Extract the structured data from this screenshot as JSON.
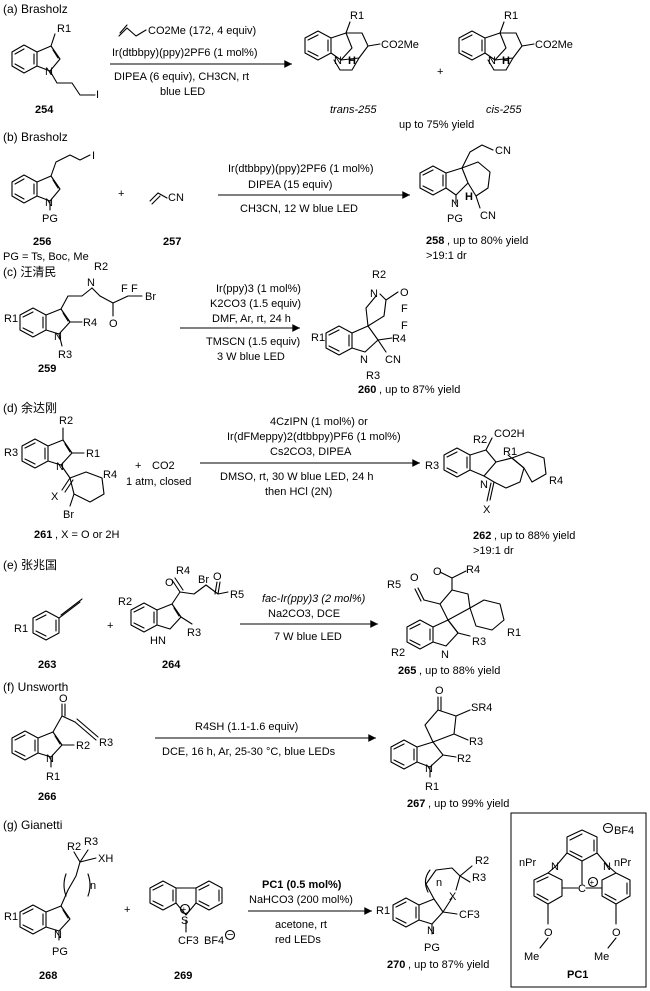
{
  "sections": [
    {
      "header": "(a) Brasholz",
      "reactant_labels": [
        "254"
      ],
      "above_arrow": [
        "CO2Me (172, 4 equiv)",
        "Ir(dtbbpy)(ppy)2PF6 (1 mol%)"
      ],
      "below_arrow": [
        "DIPEA (6 equiv), CH3CN, rt",
        "blue LED"
      ],
      "product_labels": [
        "trans-255",
        "cis-255"
      ],
      "result": [
        "up to 75% yield"
      ],
      "plus": "+"
    },
    {
      "header": "(b) Brasholz",
      "reactant_labels": [
        "256",
        "257"
      ],
      "reactant_notes": [
        "PG = Ts, Boc, Me"
      ],
      "above_arrow": [
        "Ir(dtbbpy)(ppy)2PF6 (1 mol%)",
        "DIPEA (15 equiv)"
      ],
      "below_arrow": [
        "CH3CN, 12 W blue LED"
      ],
      "product_labels": [
        "258"
      ],
      "result": [
        ", up to 80% yield",
        ">19:1 dr"
      ],
      "plus": "+"
    },
    {
      "header": "(c) 汪清民",
      "reactant_labels": [
        "259"
      ],
      "above_arrow": [
        "Ir(ppy)3 (1 mol%)",
        "K2CO3 (1.5 equiv)",
        "DMF, Ar, rt, 24 h"
      ],
      "below_arrow": [
        "TMSCN (1.5 equiv)",
        "3 W blue LED"
      ],
      "product_labels": [
        "260"
      ],
      "result": [
        ", up to 87% yield"
      ]
    },
    {
      "header": "(d) 余达刚",
      "reactant_labels": [
        "261"
      ],
      "reactant_notes": [
        ", X = O or 2H",
        "1 atm, closed"
      ],
      "above_arrow": [
        "4CzIPN (1 mol%) or",
        "Ir(dFMeppy)2(dtbbpy)PF6 (1 mol%)",
        "Cs2CO3, DIPEA"
      ],
      "below_arrow": [
        "DMSO, rt, 30 W blue LED, 24 h",
        "then HCl (2N)"
      ],
      "product_labels": [
        "262"
      ],
      "result": [
        ", up to 88% yield",
        ">19:1 dr"
      ],
      "plus": "+"
    },
    {
      "header": "(e) 张兆国",
      "reactant_labels": [
        "263",
        "264"
      ],
      "above_arrow": [
        "fac-Ir(ppy)3 (2 mol%)",
        "Na2CO3, DCE"
      ],
      "below_arrow": [
        "7 W blue LED"
      ],
      "product_labels": [
        "265"
      ],
      "result": [
        ", up to 88% yield"
      ],
      "plus": "+"
    },
    {
      "header": "(f) Unsworth",
      "reactant_labels": [
        "266"
      ],
      "above_arrow": [
        "R4SH (1.1-1.6 equiv)"
      ],
      "below_arrow": [
        "DCE, 16 h, Ar, 25-30 °C, blue LEDs"
      ],
      "product_labels": [
        "267"
      ],
      "result": [
        ", up to 99% yield"
      ]
    },
    {
      "header": "(g) Gianetti",
      "reactant_labels": [
        "268",
        "269"
      ],
      "above_arrow": [
        "PC1 (0.5 mol%)",
        "NaHCO3 (200 mol%)"
      ],
      "below_arrow": [
        "acetone, rt",
        "red LEDs"
      ],
      "product_labels": [
        "270"
      ],
      "result": [
        ", up to 87% yield"
      ],
      "catalyst_label": "PC1",
      "plus": "+"
    }
  ],
  "atoms": {
    "a": [
      "R1",
      "N",
      "I",
      "R1",
      "CO2Me",
      "N",
      "H",
      "R1",
      "CO2Me",
      "N",
      "H"
    ],
    "b": [
      "I",
      "N",
      "PG",
      "CN",
      "CN",
      "N",
      "PG",
      "H",
      "CN"
    ],
    "c": [
      "N",
      "R2",
      "O",
      "F",
      "F",
      "Br",
      "R1",
      "N",
      "R3",
      "R4",
      "N",
      "R2",
      "O",
      "F",
      "F",
      "R1",
      "N",
      "R3",
      "R4",
      "CN"
    ],
    "d": [
      "R2",
      "R3",
      "R1",
      "N",
      "X",
      "R4",
      "Br",
      "CO2",
      "R2",
      "CO2H",
      "R1",
      "R3",
      "N",
      "R4",
      "X"
    ],
    "e": [
      "R1",
      "R2",
      "HN",
      "R3",
      "R4",
      "O",
      "Br",
      "O",
      "R5",
      "O",
      "R5",
      "O",
      "R4",
      "R2",
      "N",
      "R3",
      "R1"
    ],
    "f": [
      "O",
      "R2",
      "N",
      "R1",
      "R3",
      "O",
      "SR4",
      "R3",
      "R2",
      "N",
      "R1"
    ],
    "g": [
      "R2",
      "R3",
      "XH",
      "n",
      "R1",
      "N",
      "PG",
      "S",
      "+",
      "CF3",
      "BF4",
      "−",
      "R2",
      "R3",
      "n",
      "X",
      "CF3",
      "R1",
      "N",
      "PG",
      "−",
      "BF4",
      "N",
      "nPr",
      "N",
      "nPr",
      "C",
      "+",
      "O",
      "Me",
      "O",
      "Me"
    ]
  }
}
